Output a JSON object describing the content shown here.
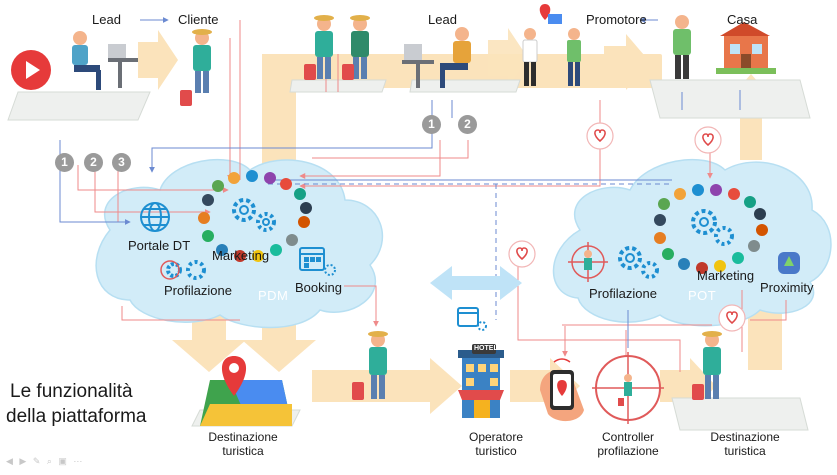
{
  "labels": {
    "lead_top_left": "Lead",
    "cliente": "Cliente",
    "lead_top_center": "Lead",
    "promotore": "Promotore",
    "casa": "Casa",
    "portale_dt": "Portale DT",
    "marketing_left": "Marketing",
    "profilazione_left": "Profilazione",
    "pdm": "PDM",
    "booking": "Booking",
    "profilazione_right": "Profilazione",
    "marketing_right": "Marketing",
    "pot": "POT",
    "proximity": "Proximity",
    "functions_line1": "Le funzionalità",
    "functions_line2": "della piattaforma",
    "destinazione_left_1": "Destinazione",
    "destinazione_left_2": "turistica",
    "operatore_1": "Operatore",
    "operatore_2": "turistico",
    "controller_1": "Controller",
    "controller_2": "profilazione",
    "destinazione_right_1": "Destinazione",
    "destinazione_right_2": "turistica",
    "hotel_sign": "HOTEL"
  },
  "badges": {
    "left": [
      "1",
      "2",
      "3"
    ],
    "center": [
      "1",
      "2"
    ]
  },
  "colors": {
    "flow": "#fbe3bb",
    "cloud": "#d2ecf8",
    "cloud_edge": "#b7dff2",
    "link_red": "#ef8a8a",
    "link_blue": "#6b8ad1",
    "gear": "#1e8fd1",
    "accent": "#e63a3a"
  },
  "icons": {
    "play": "play-icon",
    "globe": "globe-icon",
    "gears": "gears-icon",
    "calendar": "calendar-icon",
    "heart": "heart-icon",
    "map_pin": "map-pin-icon",
    "hotel": "hotel-icon",
    "phone": "smartphone-icon",
    "target": "target-icon",
    "house": "house-icon",
    "person": "person-icon",
    "suitcase": "suitcase-icon",
    "laptop": "laptop-icon",
    "handshake": "handshake-icon",
    "proximity": "proximity-icon"
  }
}
